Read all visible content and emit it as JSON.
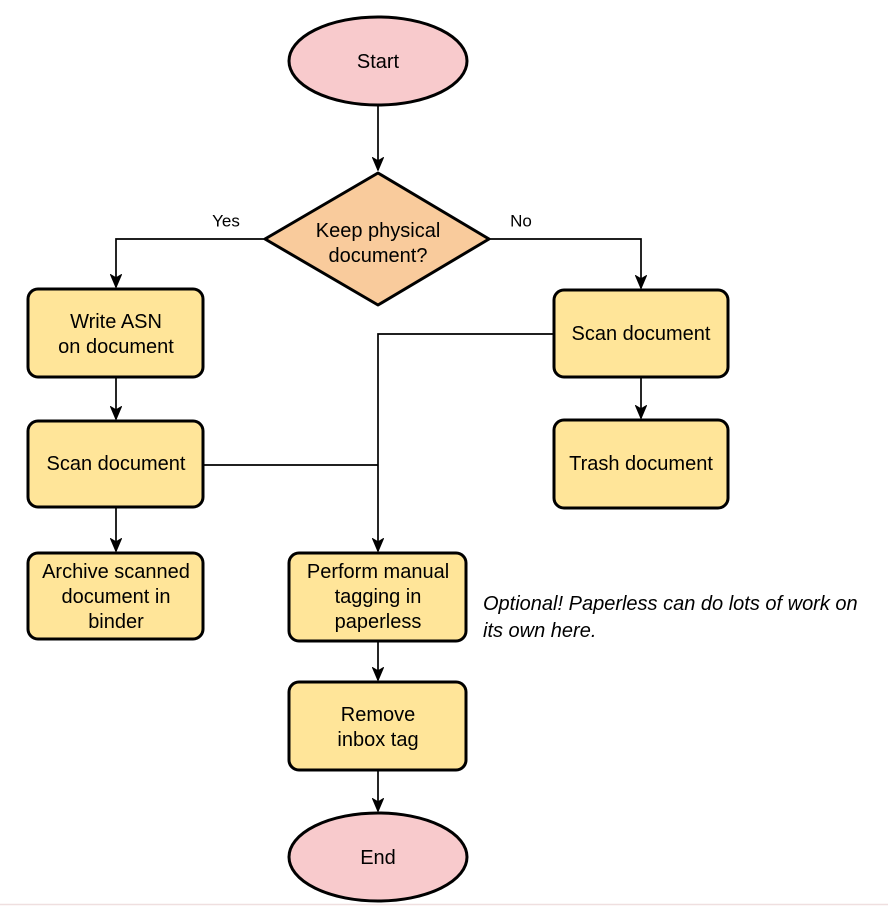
{
  "flowchart": {
    "nodes": {
      "start": {
        "label": "Start"
      },
      "decision": {
        "lines": [
          "Keep physical",
          "document?"
        ]
      },
      "write_asn": {
        "lines": [
          "Write ASN",
          "on document"
        ]
      },
      "scan_left": {
        "label": "Scan document"
      },
      "archive": {
        "lines": [
          "Archive scanned",
          "document in",
          "binder"
        ]
      },
      "scan_right": {
        "label": "Scan document"
      },
      "trash": {
        "label": "Trash document"
      },
      "tagging": {
        "lines": [
          "Perform manual",
          "tagging in",
          "paperless"
        ]
      },
      "remove_inbox": {
        "lines": [
          "Remove",
          "inbox tag"
        ]
      },
      "end": {
        "label": "End"
      }
    },
    "edge_labels": {
      "yes": "Yes",
      "no": "No"
    },
    "annotation": {
      "lines": [
        "Optional! Paperless can do lots of work on",
        "its own here."
      ]
    },
    "colors": {
      "terminator_fill": "#f8cacc",
      "decision_fill": "#f9cb9c",
      "process_fill": "#ffe599",
      "stroke": "#000000",
      "page_edge": "#efdfdf"
    }
  }
}
